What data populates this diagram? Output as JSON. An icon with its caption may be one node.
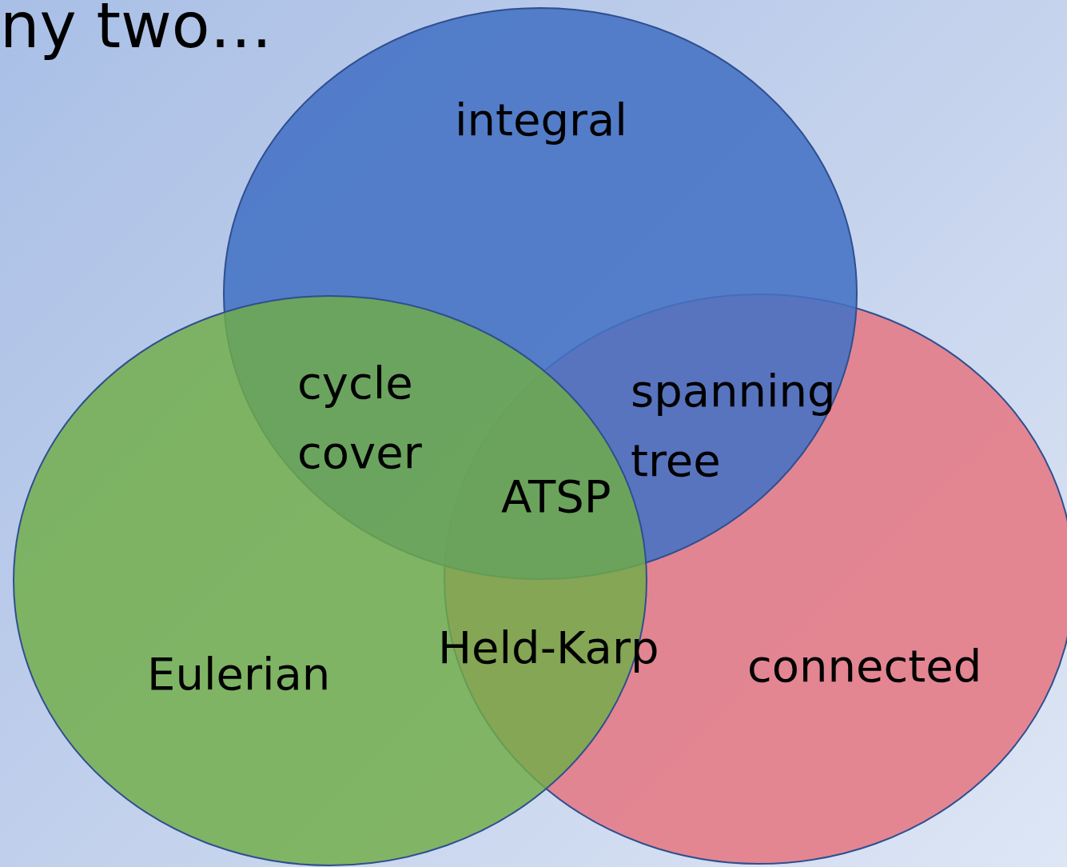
{
  "diagram": {
    "nodes": [
      {
        "text": [
          "integral"
        ]
      },
      {
        "text": [
          "Eulerian"
        ]
      },
      {
        "text": [
          "connected"
        ]
      }
    ],
    "labels": [
      "ny two…",
      "cycle cover",
      "spanning tree",
      "ATSP",
      "Held-Karp"
    ]
  }
}
